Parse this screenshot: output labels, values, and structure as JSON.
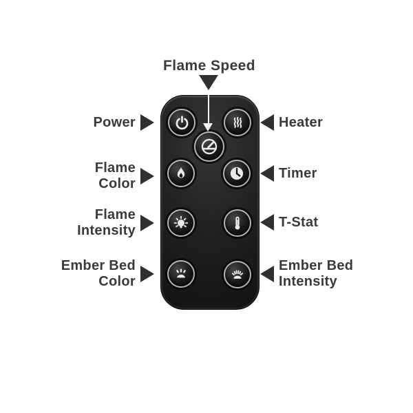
{
  "page": {
    "background": "#ffffff"
  },
  "colors": {
    "label_text": "#3a3a3a",
    "pointer_triangle": "#303030",
    "arrow_white": "#ffffff",
    "remote_body": "#1c1c1c",
    "button_ring": "#b4b4b4",
    "icon_glyph": "#ececec"
  },
  "labels": {
    "top": {
      "line1": "Flame Speed"
    },
    "left": [
      {
        "line1": "Power"
      },
      {
        "line1": "Flame",
        "line2": "Color"
      },
      {
        "line1": "Flame",
        "line2": "Intensity"
      },
      {
        "line1": "Ember Bed",
        "line2": "Color"
      }
    ],
    "right": [
      {
        "line1": "Heater"
      },
      {
        "line1": "Timer"
      },
      {
        "line1": "T-Stat"
      },
      {
        "line1": "Ember Bed",
        "line2": "Intensity"
      }
    ]
  },
  "remote": {
    "buttons": [
      {
        "id": "power",
        "icon": "power-icon",
        "label": "Power"
      },
      {
        "id": "heater",
        "icon": "heat-waves-icon",
        "label": "Heater"
      },
      {
        "id": "flame-speed",
        "icon": "gauge-icon",
        "label": "Flame Speed"
      },
      {
        "id": "flame-color",
        "icon": "flame-icon",
        "label": "Flame Color"
      },
      {
        "id": "timer",
        "icon": "clock-icon",
        "label": "Timer"
      },
      {
        "id": "flame-intensity",
        "icon": "bulb-icon",
        "label": "Flame Intensity"
      },
      {
        "id": "t-stat",
        "icon": "thermometer-icon",
        "label": "T-Stat"
      },
      {
        "id": "ember-bed-color",
        "icon": "ember-glow-icon",
        "label": "Ember Bed Color"
      },
      {
        "id": "ember-bed-intensity",
        "icon": "ember-rays-icon",
        "label": "Ember Bed Intensity"
      }
    ]
  }
}
